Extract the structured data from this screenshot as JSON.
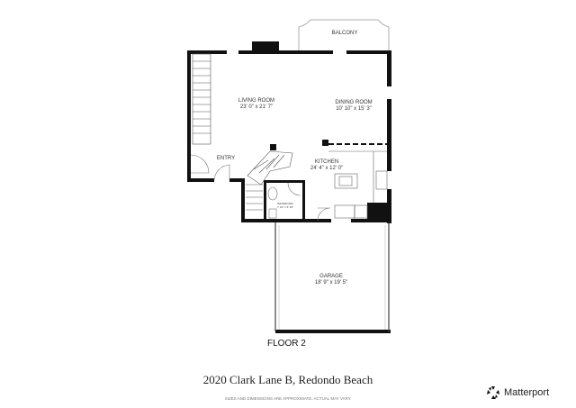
{
  "rooms": {
    "balcony": {
      "name": "BALCONY"
    },
    "living": {
      "name": "LIVING ROOM",
      "dims": "23' 0\" x 21' 7\""
    },
    "dining": {
      "name": "DINING ROOM",
      "dims": "10' 10\" x 15' 3\""
    },
    "entry": {
      "name": "ENTRY"
    },
    "kitchen": {
      "name": "KITCHEN",
      "dims": "24' 4\" x 12' 0\""
    },
    "bathroom": {
      "name": "BATHROOM",
      "dims": "7' 10\" x 5' 10\""
    },
    "garage": {
      "name": "GARAGE",
      "dims": "18' 9\" x 19' 5\""
    }
  },
  "floor_label": "FLOOR 2",
  "address": "2020 Clark Lane B, Redondo Beach",
  "disclaimer": "SIZES AND DIMENSIONS ARE APPROXIMATE, ACTUAL MAY VARY.",
  "brand": {
    "name": "Matterport",
    "icon": "matterport-logo-icon"
  }
}
